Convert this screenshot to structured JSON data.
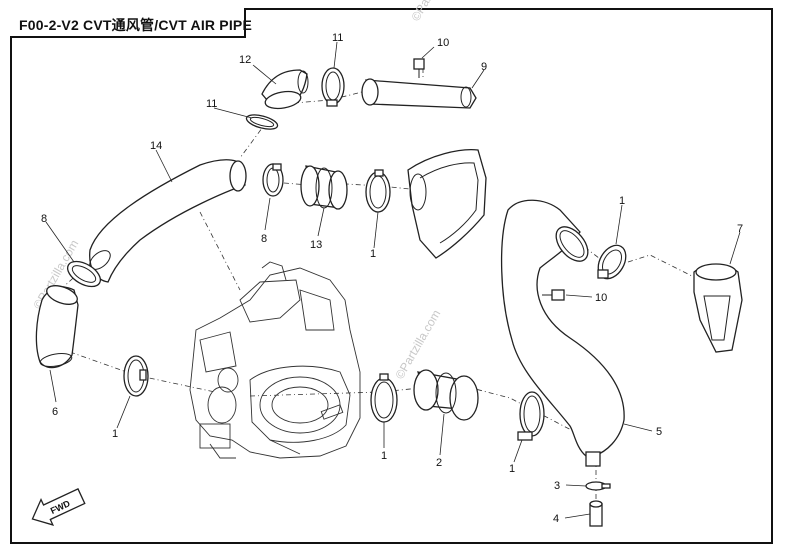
{
  "title": "F00-2-V2 CVT通风管/CVT AIR PIPE",
  "watermark": "©Partzilla.com",
  "fwd_label": "FWD",
  "callouts": {
    "c1a": "1",
    "c1b": "1",
    "c1c": "1",
    "c1d": "1",
    "c1e": "1",
    "c2": "2",
    "c3": "3",
    "c4": "4",
    "c5": "5",
    "c6": "6",
    "c7": "7",
    "c8a": "8",
    "c8b": "8",
    "c9": "9",
    "c10a": "10",
    "c10b": "10",
    "c11a": "11",
    "c11b": "11",
    "c12": "12",
    "c13": "13",
    "c14": "14"
  }
}
